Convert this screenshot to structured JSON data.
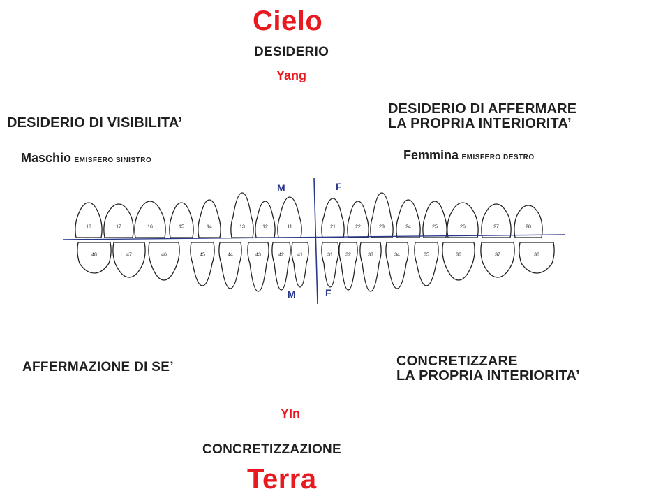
{
  "top": {
    "sky": "Cielo",
    "desire": "DESIDERIO",
    "yang": "Yang"
  },
  "left_upper": "DESIDERIO DI  VISIBILITA’",
  "right_upper": [
    "DESIDERIO DI AFFERMARE",
    "LA PROPRIA INTERIORITA’"
  ],
  "male": {
    "label": "Maschio",
    "sub": "EMISFERO SINISTRO"
  },
  "female": {
    "label": "Femmina",
    "sub": "EMISFERO DESTRO"
  },
  "diagram": {
    "letter_m_top": "M",
    "letter_f_top": "F",
    "letter_m_bottom": "M",
    "letter_f_bottom": "F",
    "upper_left_numbers": [
      "18",
      "17",
      "16",
      "15",
      "14",
      "13",
      "12",
      "11"
    ],
    "upper_right_numbers": [
      "21",
      "22",
      "23",
      "24",
      "25",
      "26",
      "27",
      "28"
    ],
    "lower_left_numbers": [
      "48",
      "47",
      "46",
      "45",
      "44",
      "43",
      "42",
      "41"
    ],
    "lower_right_numbers": [
      "31",
      "32",
      "33",
      "34",
      "35",
      "36",
      "37",
      "38"
    ]
  },
  "left_lower": "AFFERMAZIONE DI SE’",
  "right_lower": [
    "CONCRETIZZARE",
    "LA PROPRIA INTERIORITA’"
  ],
  "bottom": {
    "yin": "YIn",
    "concretization": "CONCRETIZZAZIONE",
    "earth": "Terra"
  },
  "colors": {
    "red": "#e8191f",
    "dark": "#1f1f1f",
    "line": "#2a3a8a"
  }
}
